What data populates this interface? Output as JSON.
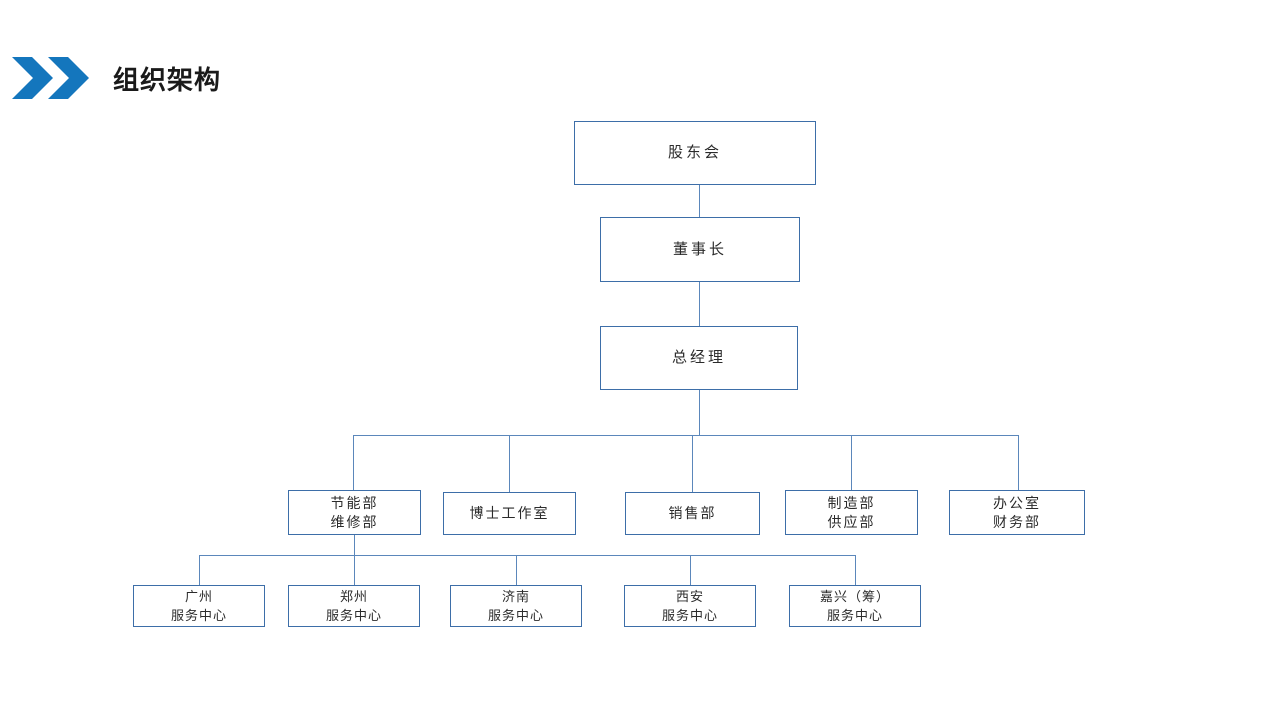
{
  "header": {
    "title": "组织架构",
    "chevron_icon": "double-chevron-right-icon",
    "accent_color": "#1476bd",
    "title_color": "#1a1a1a"
  },
  "chart": {
    "type": "org-chart",
    "box_border_color": "#3d6ea8",
    "connector_color": "#5b87bb",
    "levels": [
      {
        "level": 1,
        "nodes": [
          {
            "id": "shareholders",
            "lines": [
              "股东会"
            ]
          }
        ]
      },
      {
        "level": 2,
        "nodes": [
          {
            "id": "chairman",
            "lines": [
              "董事长"
            ]
          }
        ]
      },
      {
        "level": 3,
        "nodes": [
          {
            "id": "general-manager",
            "lines": [
              "总经理"
            ]
          }
        ]
      },
      {
        "level": 4,
        "nodes": [
          {
            "id": "energy-maintenance",
            "lines": [
              "节能部",
              "维修部"
            ]
          },
          {
            "id": "doctoral-studio",
            "lines": [
              "博士工作室"
            ]
          },
          {
            "id": "sales",
            "lines": [
              "销售部"
            ]
          },
          {
            "id": "manufacturing-supply",
            "lines": [
              "制造部",
              "供应部"
            ]
          },
          {
            "id": "office-finance",
            "lines": [
              "办公室",
              "财务部"
            ]
          }
        ]
      },
      {
        "level": 5,
        "nodes": [
          {
            "id": "guangzhou-center",
            "lines": [
              "广州",
              "服务中心"
            ]
          },
          {
            "id": "zhengzhou-center",
            "lines": [
              "郑州",
              "服务中心"
            ]
          },
          {
            "id": "jinan-center",
            "lines": [
              "济南",
              "服务中心"
            ]
          },
          {
            "id": "xian-center",
            "lines": [
              "西安",
              "服务中心"
            ]
          },
          {
            "id": "jiaxing-center",
            "lines": [
              "嘉兴（筹）",
              "服务中心"
            ]
          }
        ]
      }
    ]
  }
}
